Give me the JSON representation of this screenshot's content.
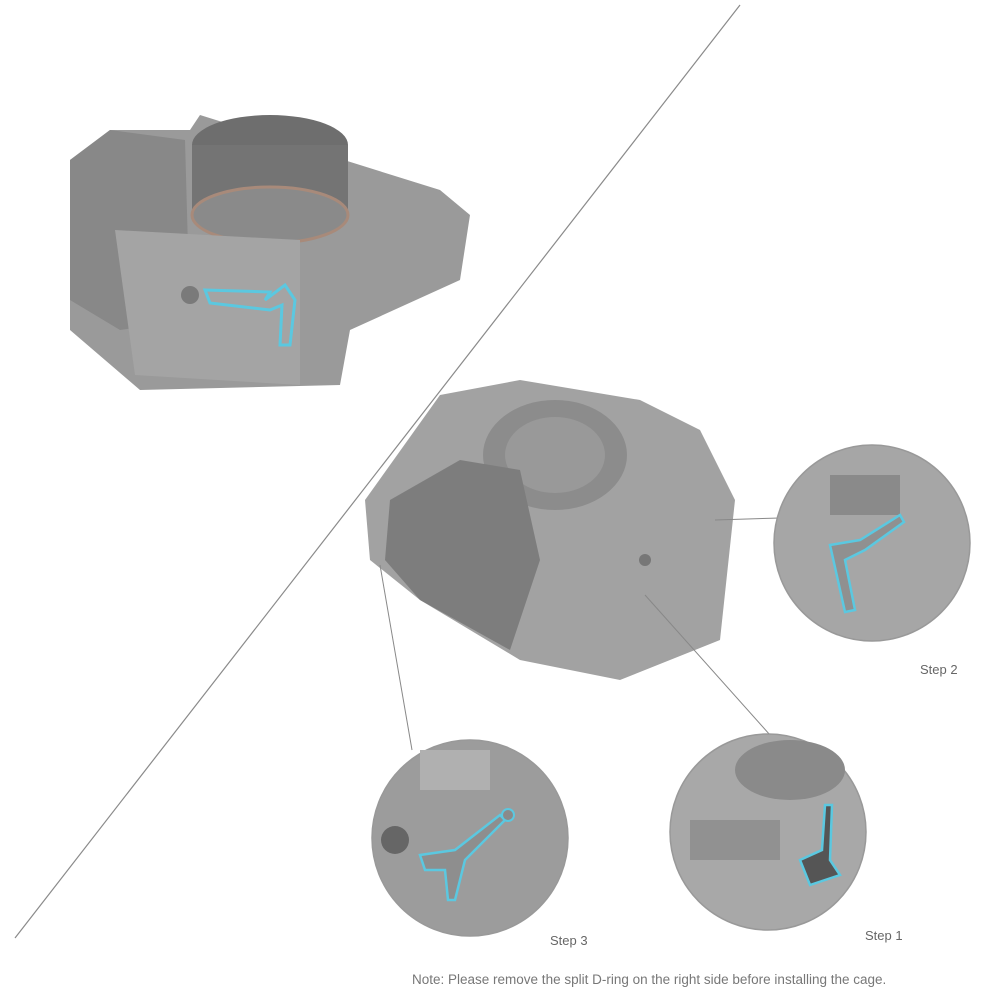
{
  "steps": [
    {
      "label": "Step 1"
    },
    {
      "label": "Step 2"
    },
    {
      "label": "Step 3"
    }
  ],
  "note": "Note: Please remove the split D-ring on the right side before installing the cage.",
  "colors": {
    "highlight": "#5bc8e0",
    "body": "#8e8e8e",
    "line": "#888888"
  }
}
